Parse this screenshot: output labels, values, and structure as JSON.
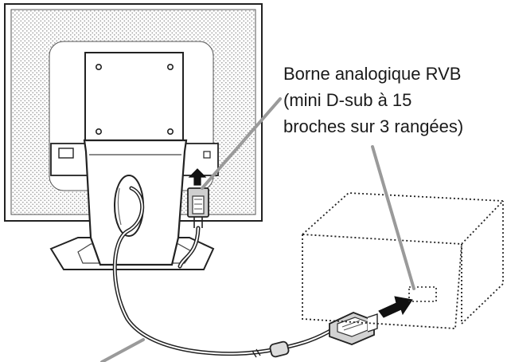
{
  "diagram": {
    "callout_lines": [
      "Borne analogique RVB",
      "(mini D-sub à 15",
      "broches sur 3 rangées)"
    ]
  }
}
